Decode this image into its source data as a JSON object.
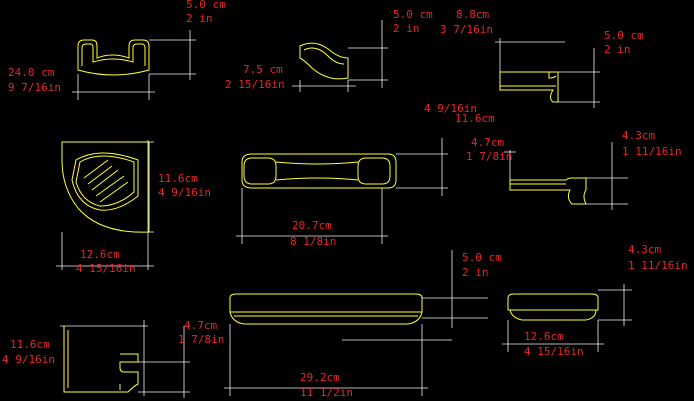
{
  "colors": {
    "background": "#000000",
    "outline": "#ffff33",
    "dimension_line": "#f2f2f2",
    "dimension_text": "#e8242a"
  },
  "labels": {
    "a1": "5.0 cm",
    "a2": "2 in",
    "a3": "24.0 cm",
    "a4": "9 7/16in",
    "b1": "5.0 cm",
    "b2": "2 in",
    "b3": "7.5 cm",
    "b4": "2 15/16in",
    "c1": "8.8cm",
    "c2": "3 7/16in",
    "c3": "5.0 cm",
    "c4": "2 in",
    "d1": "11.6cm",
    "d2": "4 9/16in",
    "d3": "12.6cm",
    "d4": "4 15/16in",
    "e1": "4 9/16in",
    "e2": "11.6cm",
    "e3": "20.7cm",
    "e4": "8 1/8in",
    "f1": "4.7cm",
    "f2": "1 7/8in",
    "f3": "4.3cm",
    "f4": "1 11/16in",
    "g1": "11.6cm",
    "g2": "4 9/16in",
    "g3": "4.7cm",
    "g4": "1 7/8in",
    "h1": "5.0 cm",
    "h2": "2 in",
    "h3": "29.2cm",
    "h4": "11 1/2in",
    "i1": "4.3cm",
    "i2": "1 11/16in",
    "i3": "12.6cm",
    "i4": "4 15/16in"
  }
}
